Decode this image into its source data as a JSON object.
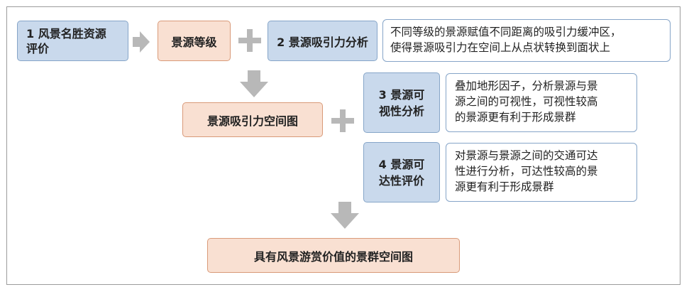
{
  "diagram": {
    "box1": "1 风景名胜资源\n评价",
    "box_grade": "景源等级",
    "box2": "2 景源吸引力分析",
    "note2": "不同等级的景源赋值不同距离的吸引力缓冲区，\n使得景源吸引力在空间上从点状转换到面状上",
    "box_attraction_map": "景源吸引力空间图",
    "box3": "3 景源可\n视性分析",
    "note3": "叠加地形因子，分析景源与景\n源之间的可视性，可视性较高\n的景源更有利于形成景群",
    "box4": "4 景源可\n达性评价",
    "note4": "对景源与景源之间的交通可达\n性进行分析，可达性较高的景\n源更有利于形成景群",
    "box_final": "具有风景游赏价值的景群空间图"
  },
  "colors": {
    "blue_fill": "#c9d9ec",
    "peach_fill": "#f9e0d2",
    "arrow": "#b8b8b8"
  }
}
